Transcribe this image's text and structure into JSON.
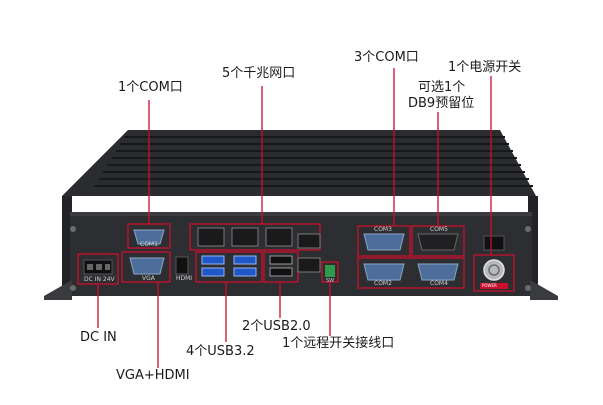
{
  "callouts": {
    "com1_top": "1个COM口",
    "lan5": "5个千兆网口",
    "com3": "3个COM口",
    "power_switch": "1个电源开关",
    "db9_reserved_line1": "可选1个",
    "db9_reserved_line2": "DB9预留位",
    "dc_in": "DC IN",
    "vga_hdmi": "VGA+HDMI",
    "usb32": "4个USB3.2",
    "usb20": "2个USB2.0",
    "remote_switch": "1个远程开关接线口"
  },
  "panel_text": {
    "com1": "COM1",
    "vga": "VGA",
    "hdmi": "HDMI",
    "dc_in_24v": "DC IN 24V",
    "com3": "COM3",
    "com5": "COM5",
    "com2": "COM2",
    "com4": "COM4",
    "sw": "SW",
    "power": "POWER"
  },
  "colors": {
    "callout_red": "#c8102e",
    "usb3_blue": "#1e57c8",
    "chassis": "#2a2b2e",
    "fins": "#1c1d20"
  }
}
